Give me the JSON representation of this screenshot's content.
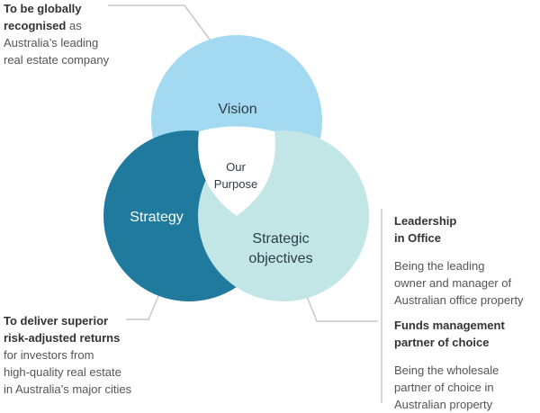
{
  "colors": {
    "vision": "#a3d9f1",
    "strategy": "#1f7a9e",
    "objectives": "#c2e5e6",
    "center": "#ffffff",
    "connector": "#c8c8c8",
    "label_light": "#ffffff",
    "label_dark": "#2c3e46"
  },
  "circles": {
    "vision": "Vision",
    "strategy": "Strategy",
    "objectives_line1": "Strategic",
    "objectives_line2": "objectives",
    "center_line1": "Our",
    "center_line2": "Purpose"
  },
  "vision_note": {
    "bold": "To be globally recognised",
    "normal": "as Australia’s leading real estate company",
    "line1": "To be globally",
    "line2_bold": "recognised",
    "line2_normal": " as",
    "line3": "Australia’s leading",
    "line4": "real estate company"
  },
  "strategy_note": {
    "line1": "To deliver superior",
    "line2": "risk-adjusted returns",
    "line3": "for investors from",
    "line4": "high-quality real estate",
    "line5": "in Australia’s major cities"
  },
  "objectives_notes": [
    {
      "title_line1": "Leadership",
      "title_line2": "in Office",
      "body_line1": "Being the leading",
      "body_line2": "owner and manager of",
      "body_line3": "Australian office property"
    },
    {
      "title_line1": "Funds management",
      "title_line2": "partner of choice",
      "body_line1": "Being the wholesale",
      "body_line2": "partner of choice in",
      "body_line3": "Australian property"
    }
  ]
}
